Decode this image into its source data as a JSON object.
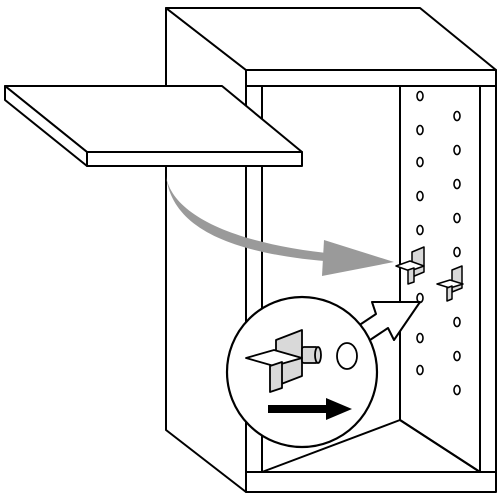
{
  "figure": {
    "subject": "cabinet-shelf-installation",
    "labels": [],
    "colors": {
      "line": "#000000",
      "paper": "#ffffff",
      "shade": "#d9d9d9",
      "guide_arrow": "#9a9a9a"
    },
    "icons": [
      "shelf",
      "cabinet",
      "shelf-pin",
      "peg-hole",
      "curved-guide-arrow",
      "detail-callout",
      "push-direction-arrow"
    ]
  }
}
